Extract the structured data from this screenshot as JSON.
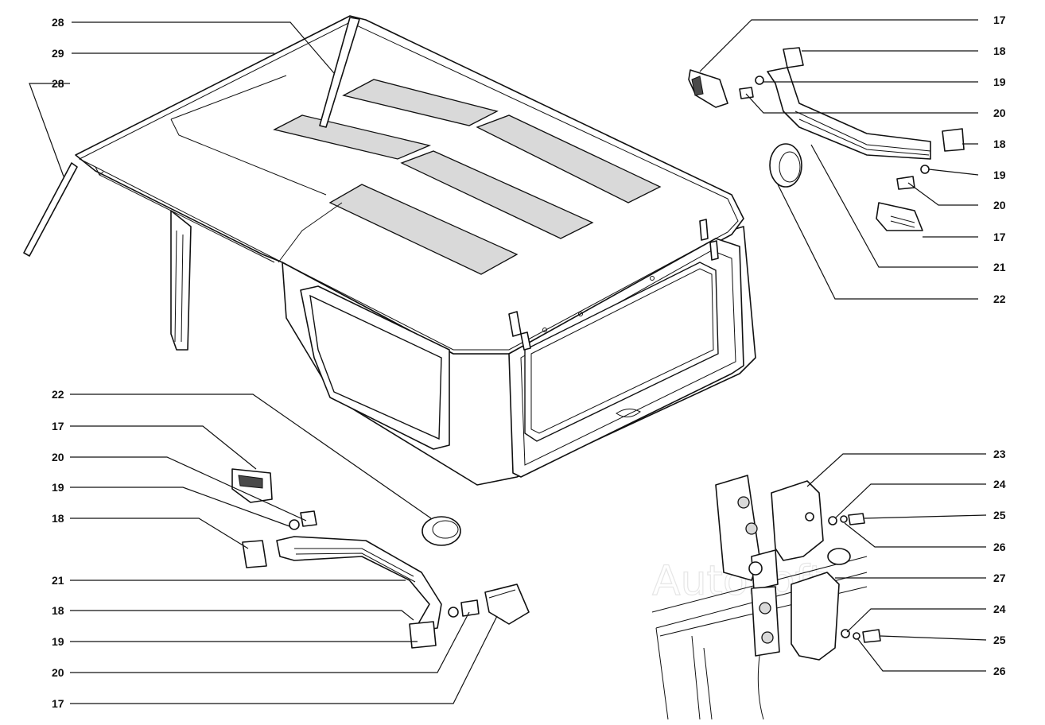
{
  "callouts": {
    "tl_28a": "28",
    "tl_29": "29",
    "tl_28b": "28",
    "tr_17a": "17",
    "tr_18a": "18",
    "tr_19a": "19",
    "tr_20a": "20",
    "tr_18b": "18",
    "tr_19b": "19",
    "tr_20b": "20",
    "tr_17b": "17",
    "tr_21": "21",
    "tr_22": "22",
    "bl_22": "22",
    "bl_17a": "17",
    "bl_20a": "20",
    "bl_19a": "19",
    "bl_18a": "18",
    "bl_21": "21",
    "bl_18b": "18",
    "bl_19b": "19",
    "bl_20b": "20",
    "bl_17b": "17",
    "br_23": "23",
    "br_24a": "24",
    "br_25a": "25",
    "br_26a": "26",
    "br_27": "27",
    "br_24b": "24",
    "br_25b": "25",
    "br_26b": "26"
  },
  "watermark": "Autosoft"
}
